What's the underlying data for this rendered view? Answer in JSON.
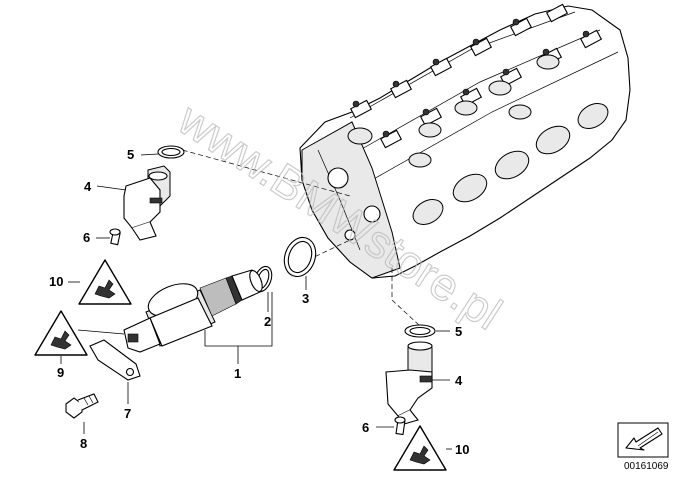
{
  "diagram": {
    "watermark": "www.BMWstore.pl",
    "reference_number": "00161069",
    "callouts": {
      "c1": "1",
      "c2": "2",
      "c3": "3",
      "c4_upper": "4",
      "c5_upper": "5",
      "c6_upper": "6",
      "c10_upper": "10",
      "c9": "9",
      "c7": "7",
      "c8": "8",
      "c5_lower": "5",
      "c4_lower": "4",
      "c6_lower": "6",
      "c10_lower": "10"
    },
    "icons": {
      "warning_symbol": "warning-triangle-icon",
      "nav_arrow": "arrow-down-left-icon"
    }
  }
}
